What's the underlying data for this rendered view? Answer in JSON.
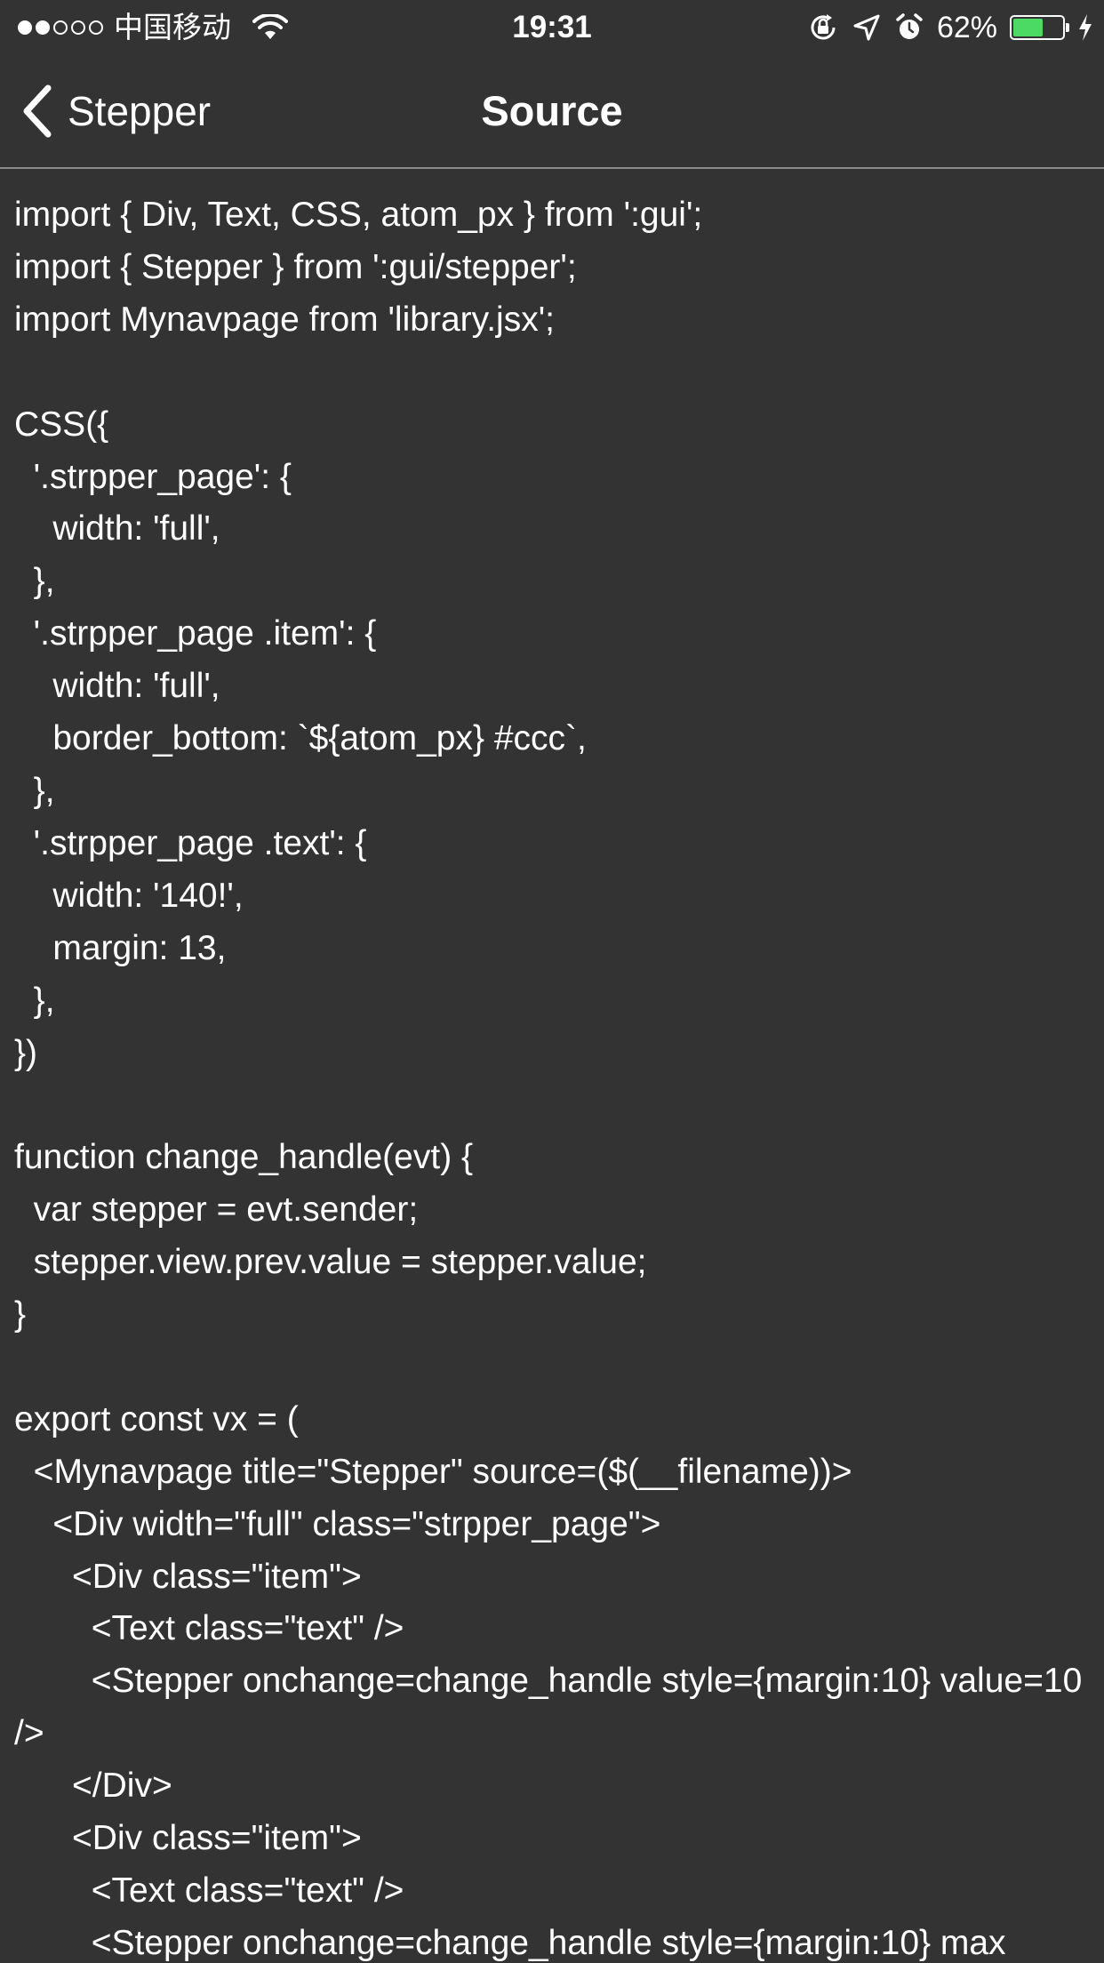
{
  "status_bar": {
    "carrier": "中国移动",
    "time": "19:31",
    "battery_percent": "62%",
    "battery_level": 0.62,
    "signal_bars_filled": 2,
    "signal_bars_total": 5,
    "icons": [
      "wifi-icon",
      "orientation-lock-icon",
      "location-arrow-icon",
      "alarm-icon",
      "battery-icon",
      "charging-bolt-icon"
    ],
    "battery_color": "#4cd964"
  },
  "nav": {
    "back_label": "Stepper",
    "title": "Source",
    "back_icon": "chevron-left-icon"
  },
  "code": {
    "text": "import { Div, Text, CSS, atom_px } from ':gui';\nimport { Stepper } from ':gui/stepper';\nimport Mynavpage from 'library.jsx';\n\nCSS({\n  '.strpper_page': {\n    width: 'full',\n  },\n  '.strpper_page .item': {\n    width: 'full',\n    border_bottom: `${atom_px} #ccc`,\n  },\n  '.strpper_page .text': {\n    width: '140!',\n    margin: 13,\n  },\n})\n\nfunction change_handle(evt) {\n  var stepper = evt.sender;\n  stepper.view.prev.value = stepper.value;\n}\n\nexport const vx = (\n  <Mynavpage title=\"Stepper\" source=($(__filename))>\n    <Div width=\"full\" class=\"strpper_page\">\n      <Div class=\"item\">\n        <Text class=\"text\" />\n        <Stepper onchange=change_handle style={margin:10} value=10 />\n      </Div>\n      <Div class=\"item\">\n        <Text class=\"text\" />\n        <Stepper onchange=change_handle style={margin:10} max"
  },
  "colors": {
    "background": "#333333",
    "text": "#ffffff",
    "divider": "#8a8a8a"
  }
}
